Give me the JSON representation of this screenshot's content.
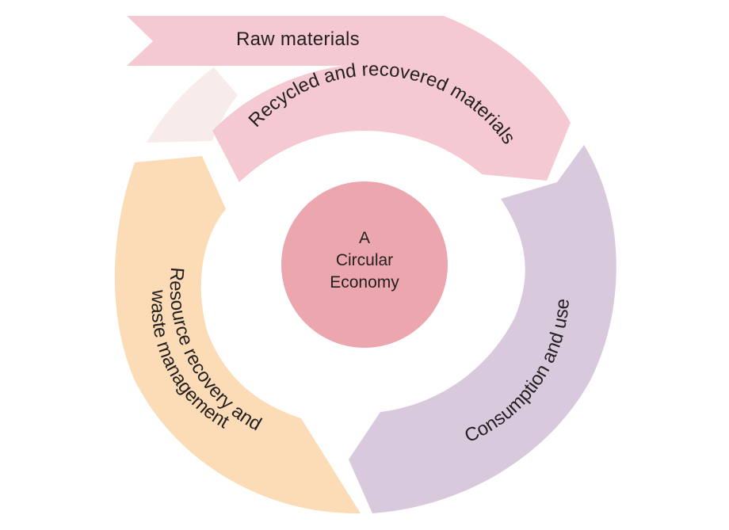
{
  "diagram": {
    "center": {
      "lines": [
        "A",
        "Circular",
        "Economy"
      ],
      "color": "#eca6ad"
    },
    "raw_materials": {
      "label": "Raw materials",
      "color": "#f5c9d1"
    },
    "recycled": {
      "label": "Recycled and recovered materials",
      "color": "#f5c9d1",
      "tail_color": "#f8eceb"
    },
    "consumption": {
      "label": "Consumption and use",
      "color": "#d9c9dc"
    },
    "resource": {
      "line1": "Resource recovery and",
      "line2": "waste management",
      "color": "#fcdcb7"
    }
  }
}
